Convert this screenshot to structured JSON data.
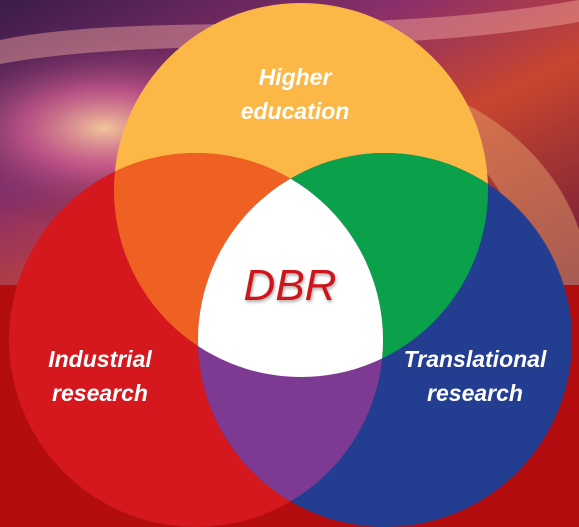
{
  "diagram": {
    "type": "venn",
    "colors": {
      "background_top": "#7a2f6e",
      "background_bottom": "#b30d10",
      "higher_education": "#fbb847",
      "industrial_research": "#d4181d",
      "translational_research": "#233d91",
      "overlap_higher_industrial": "#ef6122",
      "overlap_higher_translational": "#0ba04a",
      "overlap_industrial_translational": "#7d3a92",
      "center": "#ffffff",
      "center_text": "#d0151a"
    },
    "sets": {
      "top": {
        "line1": "Higher",
        "line2": "education"
      },
      "left": {
        "line1": "Industrial",
        "line2": "research"
      },
      "right": {
        "line1": "Translational",
        "line2": "research"
      }
    },
    "center_label": "DBR"
  }
}
